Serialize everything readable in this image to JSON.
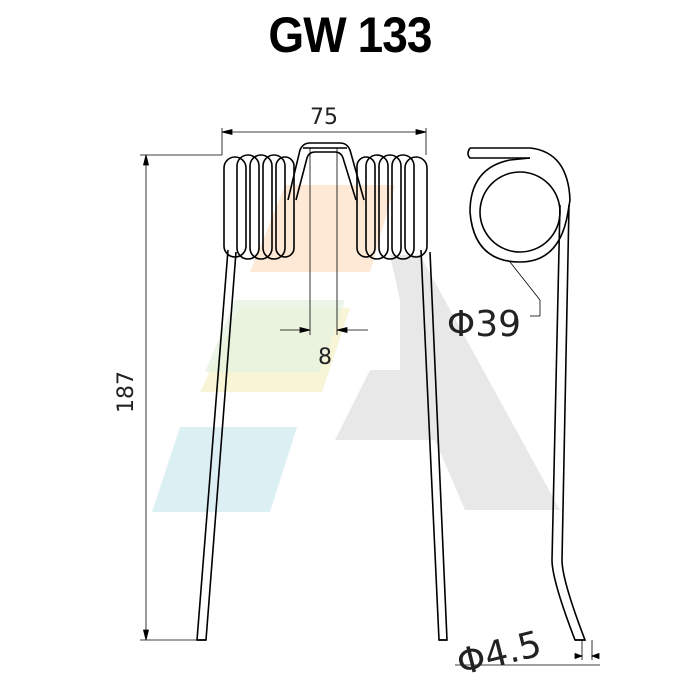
{
  "title": "GW 133",
  "dimensions": {
    "width": "75",
    "height": "187",
    "gap": "8",
    "coil_diameter": "Φ39",
    "wire_diameter": "Φ4.5"
  },
  "colors": {
    "line": "#000000",
    "watermark_gray": "#e8e8e8",
    "watermark_orange": "#fde9d6",
    "watermark_yellow": "#f7f5d6",
    "watermark_green": "#e3f2df",
    "watermark_blue": "#dcf0f4"
  }
}
